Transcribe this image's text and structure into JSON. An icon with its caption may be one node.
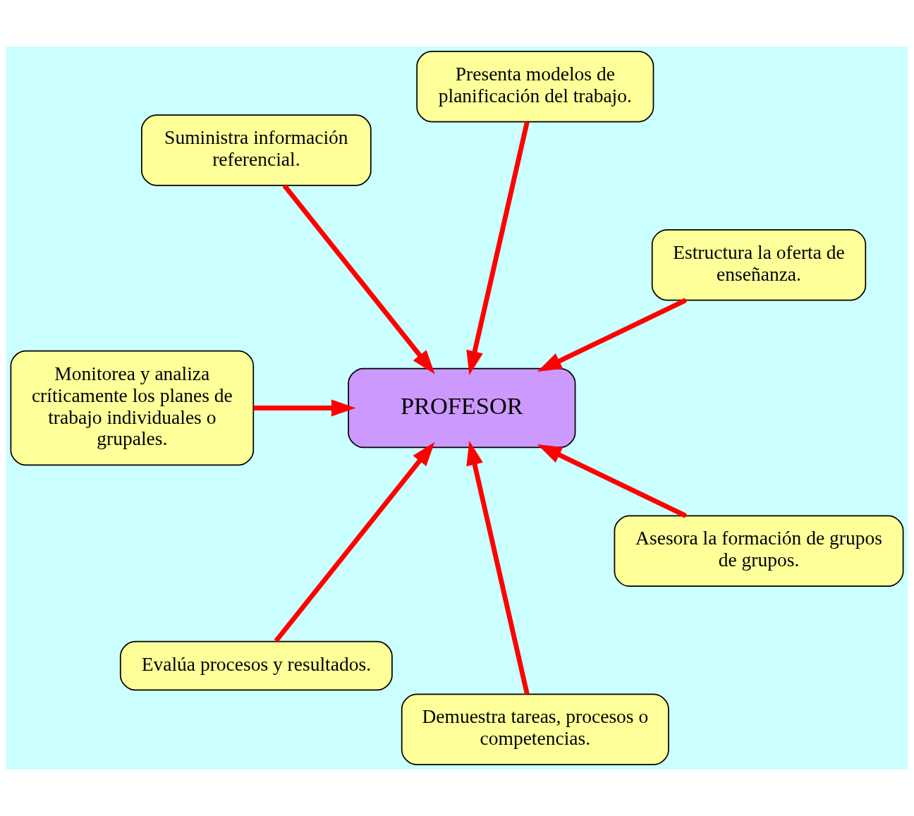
{
  "diagram": {
    "nodes": [
      {
        "text": [
          "Estructura la oferta de enseñanza."
        ]
      },
      {
        "text": [
          "Presenta modelos de planificación del trabajo."
        ]
      },
      {
        "text": [
          "Suministra información referencial."
        ]
      },
      {
        "text": [
          "Monitorea y analiza críticamente los planes de trabajo individuales o grupales."
        ]
      },
      {
        "text": [
          "PROFESOR"
        ]
      },
      {
        "text": [
          "Evalúa procesos y resultados."
        ]
      },
      {
        "text": [
          "Demuestra tareas, procesos o competencias."
        ]
      },
      {
        "text": [
          "Asesora la formación de grupos de grupos."
        ]
      }
    ],
    "edges": [
      {
        "from": 0,
        "to": 4,
        "arrow": "to"
      },
      {
        "from": 1,
        "to": 4,
        "arrow": "to"
      },
      {
        "from": 3,
        "to": 4,
        "arrow": "to"
      },
      {
        "from": 6,
        "to": 4,
        "arrow": "to"
      },
      {
        "from": 7,
        "to": 4,
        "arrow": "to"
      },
      {
        "from": 5,
        "to": 4,
        "arrow": "to"
      },
      {
        "from": 2,
        "to": 4,
        "arrow": "to"
      }
    ]
  }
}
